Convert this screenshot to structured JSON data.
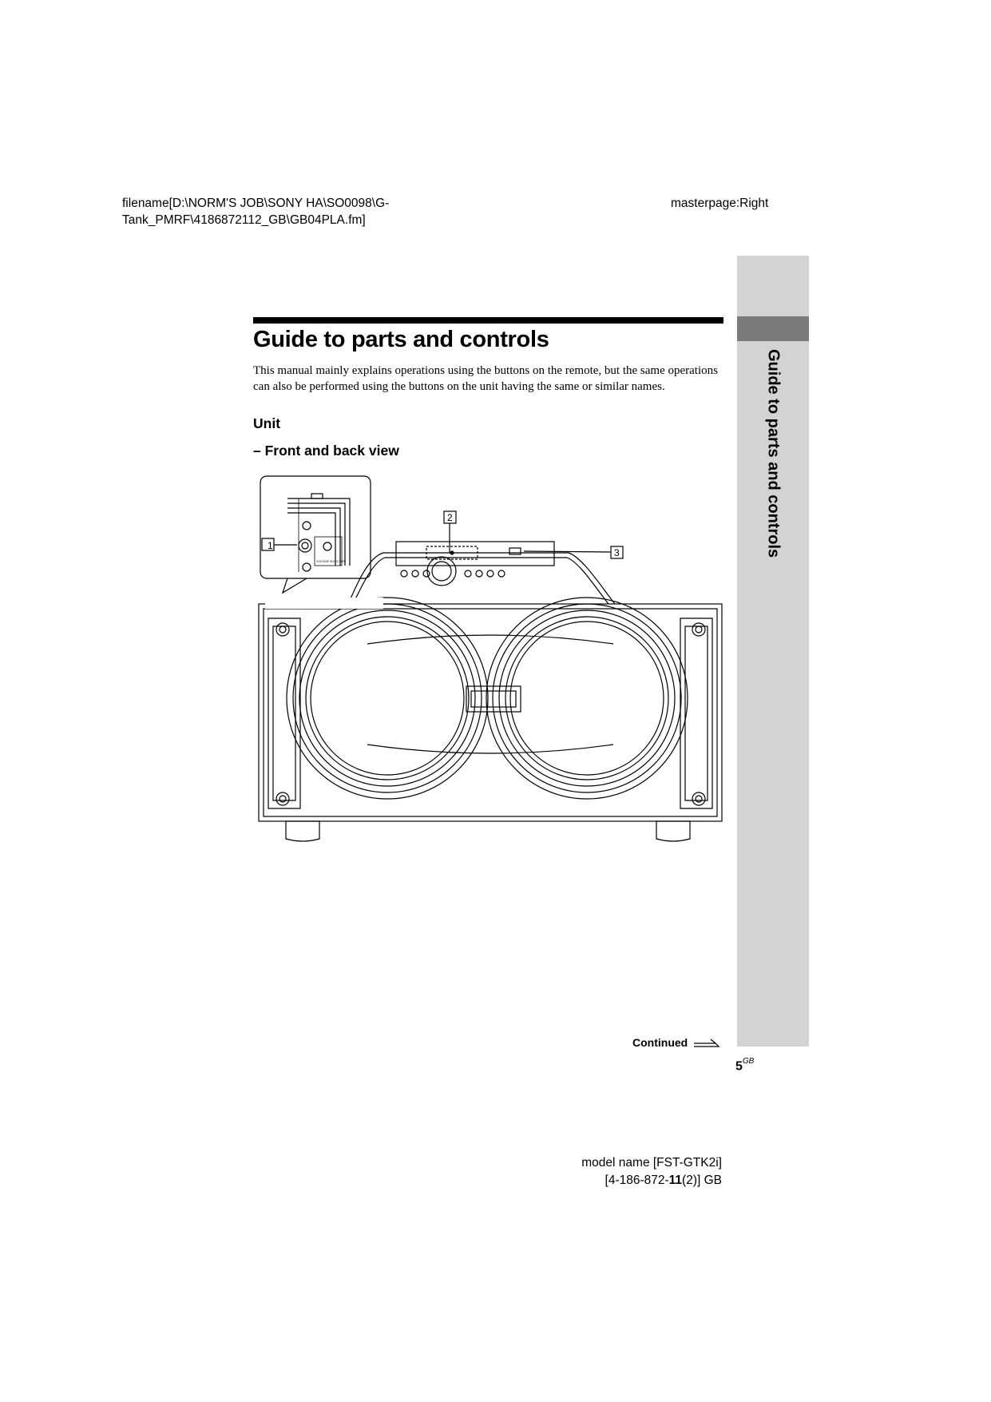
{
  "header": {
    "filename": "filename[D:\\NORM'S JOB\\SONY HA\\SO0098\\G-Tank_PMRF\\4186872112_GB\\GB04PLA.fm]",
    "masterpage": "masterpage:Right"
  },
  "sidebar": {
    "label": "Guide to parts and controls"
  },
  "page": {
    "title": "Guide to parts and controls",
    "intro": "This manual mainly explains operations using the buttons on the remote, but the same operations can also be performed using the buttons on the unit having the same or similar names.",
    "section": "Unit",
    "subsection": "– Front and back view"
  },
  "figure": {
    "callouts": [
      "1",
      "2",
      "3"
    ],
    "panel_label": "VOLTAGE SELECTOR"
  },
  "continued": "Continued",
  "page_number": {
    "num": "5",
    "suffix": "GB"
  },
  "footer": {
    "model": "model name [FST-GTK2i]",
    "code_prefix": "[4-186-872-",
    "code_bold": "11",
    "code_suffix": "(2)] GB"
  }
}
